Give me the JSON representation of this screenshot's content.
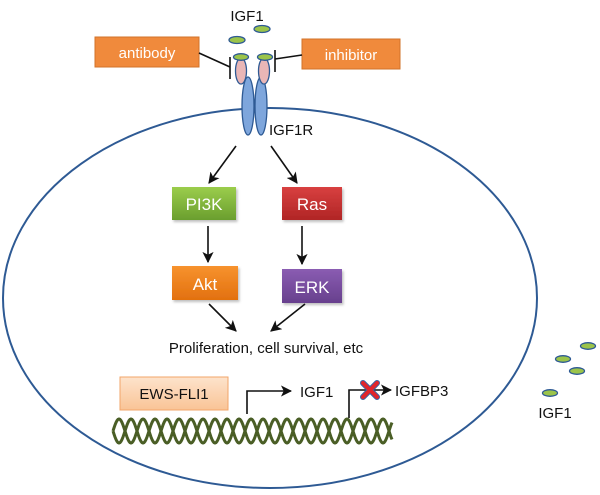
{
  "diagram": {
    "title_ligand": "IGF1",
    "receptor_label": "IGF1R",
    "outside_ligand_label": "IGF1",
    "blockers": [
      {
        "id": "antibody",
        "label": "antibody",
        "color": "#f08a3c"
      },
      {
        "id": "inhibitor",
        "label": "inhibitor",
        "color": "#f08a3c"
      }
    ],
    "nodes": [
      {
        "id": "pi3k",
        "label": "PI3K",
        "color": "#7db53b",
        "color_dark": "#5e8c28"
      },
      {
        "id": "ras",
        "label": "Ras",
        "color": "#c8302f",
        "color_dark": "#9c2121"
      },
      {
        "id": "akt",
        "label": "Akt",
        "color": "#f3821e",
        "color_dark": "#d06a10"
      },
      {
        "id": "erk",
        "label": "ERK",
        "color": "#7a4ea0",
        "color_dark": "#5c3782"
      }
    ],
    "edges": [
      {
        "from": "IGF1R",
        "to": "PI3K",
        "type": "activates"
      },
      {
        "from": "IGF1R",
        "to": "Ras",
        "type": "activates"
      },
      {
        "from": "PI3K",
        "to": "Akt",
        "type": "activates"
      },
      {
        "from": "Ras",
        "to": "ERK",
        "type": "activates"
      },
      {
        "from": "Akt",
        "to": "Proliferation, cell survival, etc",
        "type": "activates"
      },
      {
        "from": "ERK",
        "to": "Proliferation, cell survival, etc",
        "type": "activates"
      },
      {
        "from": "antibody",
        "to": "IGF1R",
        "type": "inhibits"
      },
      {
        "from": "inhibitor",
        "to": "IGF1R",
        "type": "inhibits"
      },
      {
        "from": "EWS-FLI1",
        "to": "IGF1",
        "type": "transcription-up"
      },
      {
        "from": "EWS-FLI1",
        "to": "IGFBP3",
        "type": "transcription-blocked"
      }
    ],
    "outcome": "Proliferation, cell survival, etc",
    "transcription_factor": {
      "label": "EWS-FLI1",
      "color": "#fbd3b0",
      "border": "#f2a56a"
    },
    "genes": [
      {
        "label": "IGF1",
        "status": "upregulated"
      },
      {
        "label": "IGFBP3",
        "status": "repressed"
      }
    ],
    "colors": {
      "membrane": "#2e5a94",
      "ligand_fill": "#9bc44a",
      "ligand_stroke": "#2e5a94",
      "receptor_alpha": "#e9b6b6",
      "receptor_beta": "#7ea6dc",
      "dna": "#4a5e26",
      "block_x": "#e0242b",
      "block_x_outline": "#3b64a4"
    }
  }
}
